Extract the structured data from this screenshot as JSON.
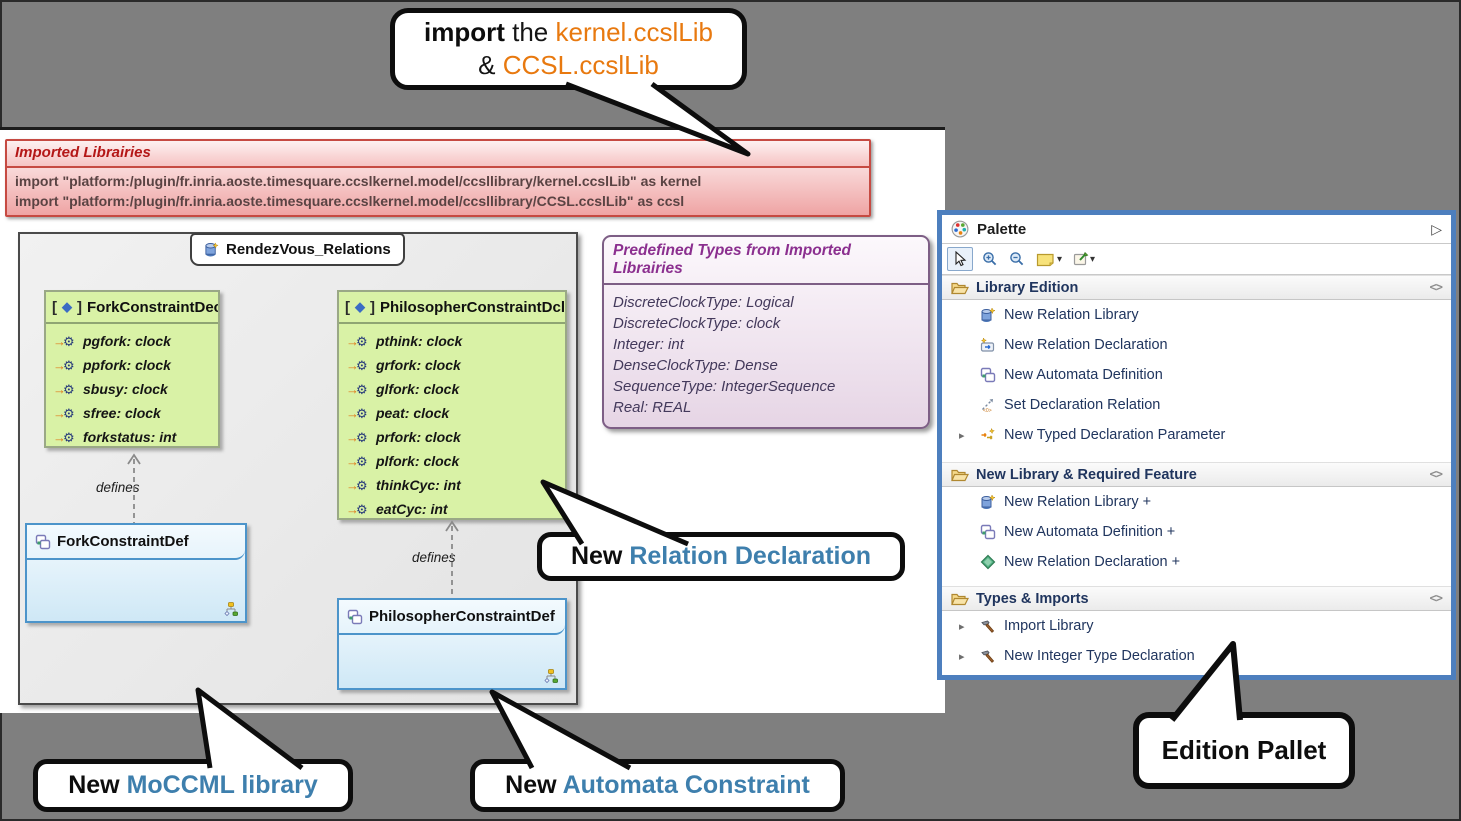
{
  "callouts": {
    "import_note": {
      "bold": "import",
      "mid": " the ",
      "lib1": "kernel.ccslLib",
      "amp": "& ",
      "lib2": "CCSL.ccslLib"
    },
    "relation_declaration": {
      "prefix": "New ",
      "highlight": "Relation Declaration"
    },
    "moccml_library": {
      "prefix": "New ",
      "highlight": "MoCCML library"
    },
    "automata_constraint": {
      "prefix": "New ",
      "highlight": "Automata Constraint"
    },
    "edition_pallet": {
      "label": "Edition Pallet"
    }
  },
  "imported_panel": {
    "title": "Imported Librairies",
    "lines": [
      "import \"platform:/plugin/fr.inria.aoste.timesquare.ccslkernel.model/ccsllibrary/kernel.ccslLib\" as kernel",
      "import \"platform:/plugin/fr.inria.aoste.timesquare.ccslkernel.model/ccsllibrary/CCSL.ccslLib\" as ccsl"
    ]
  },
  "diagram": {
    "package_name": "RendezVous_Relations",
    "decl_classes": [
      {
        "name": "ForkConstraintDecl",
        "attributes": [
          "pgfork: clock",
          "ppfork: clock",
          "sbusy: clock",
          "sfree: clock",
          "forkstatus: int"
        ]
      },
      {
        "name": "PhilosopherConstraintDcl",
        "attributes": [
          "pthink: clock",
          "grfork: clock",
          "glfork: clock",
          "peat: clock",
          "prfork: clock",
          "plfork: clock",
          "thinkCyc: int",
          "eatCyc: int"
        ]
      }
    ],
    "def_classes": [
      {
        "name": "ForkConstraintDef"
      },
      {
        "name": "PhilosopherConstraintDef"
      }
    ],
    "edge_label": "defines"
  },
  "predefined_panel": {
    "title": "Predefined Types from Imported Librairies",
    "items": [
      "DiscreteClockType: Logical",
      "DiscreteClockType: clock",
      "Integer: int",
      "DenseClockType: Dense",
      "SequenceType: IntegerSequence",
      "Real: REAL"
    ]
  },
  "palette": {
    "title": "Palette",
    "toolbar": [
      "select-tool",
      "zoom-in-tool",
      "zoom-out-tool",
      "note-tool",
      "pinned-note-tool"
    ],
    "sections": [
      {
        "label": "Library Edition",
        "items": [
          {
            "label": "New Relation Library"
          },
          {
            "label": "New Relation Declaration"
          },
          {
            "label": "New Automata Definition"
          },
          {
            "label": "Set Declaration Relation"
          },
          {
            "label": "New Typed Declaration Parameter"
          }
        ]
      },
      {
        "label": "New Library & Required Feature",
        "items": [
          {
            "label": "New Relation Library +"
          },
          {
            "label": "New Automata Definition +"
          },
          {
            "label": "New Relation Declaration +"
          }
        ]
      },
      {
        "label": "Types & Imports",
        "items": [
          {
            "label": "Import Library"
          },
          {
            "label": "New Integer Type Declaration"
          }
        ]
      }
    ]
  },
  "icons": {
    "expander": "▸",
    "dropdown": "▾",
    "palette_arrow": "▷",
    "pin": "<>",
    "attr_arrow": "→",
    "attr_gear": "⚙",
    "bracket_open": "[",
    "diamond": "◆",
    "bracket_close": "]"
  },
  "colors": {
    "accent_orange": "#E8790F",
    "callout_blue": "#3E7FAD",
    "palette_border": "#4D7FBE",
    "decl_fill": "#D9F2A6",
    "def_fill_top": "#F3FAFE",
    "imported_red": "#B41717",
    "predefined_purple": "#8B2F8F",
    "background_gray": "#7F7F7F"
  }
}
